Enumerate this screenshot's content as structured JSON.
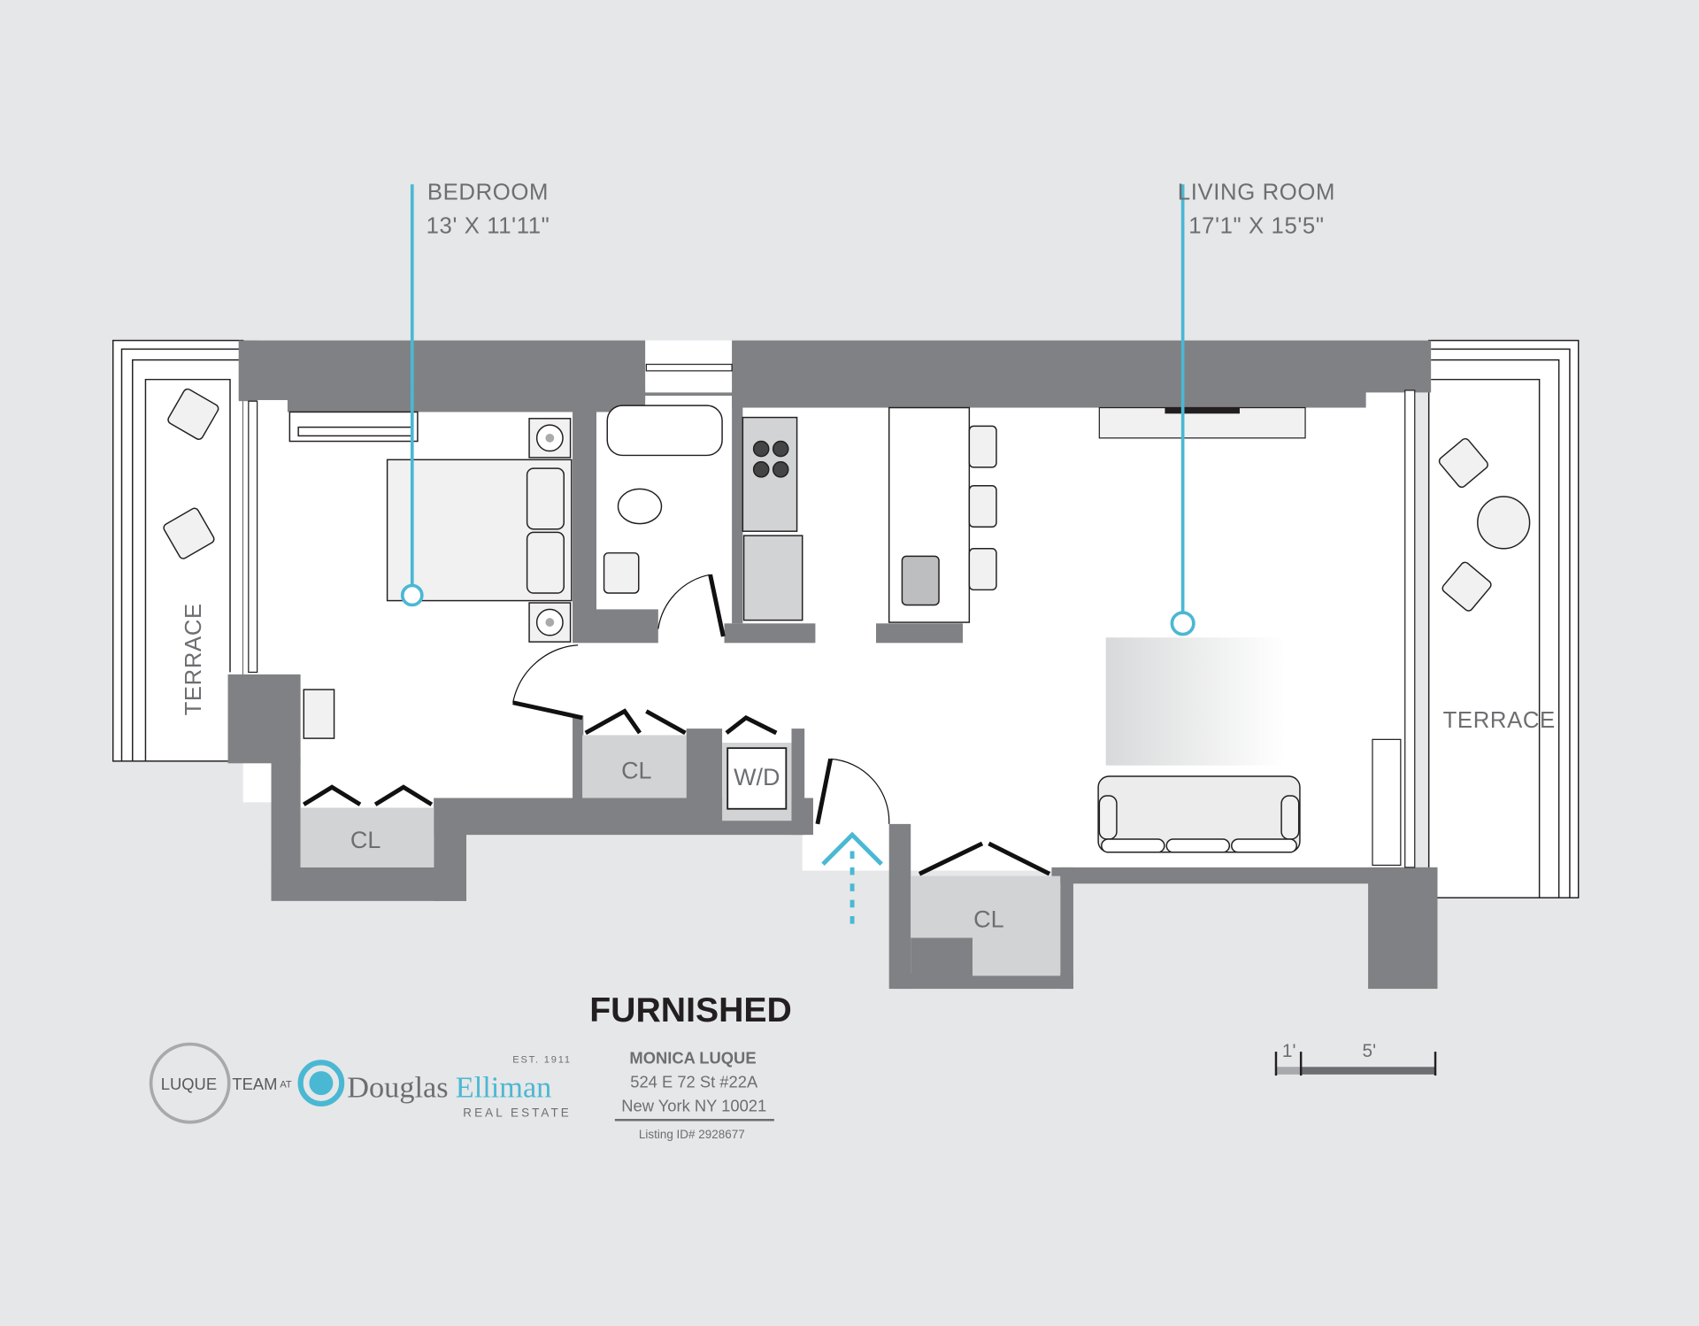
{
  "rooms": {
    "bedroom": {
      "name": "BEDROOM",
      "dims": "13' X 11'11\""
    },
    "living": {
      "name": "LIVING ROOM",
      "dims": "17'1\" X 15'5\""
    },
    "terrace_left": "TERRACE",
    "terrace_right": "TERRACE",
    "closet": "CL",
    "washer_dryer": "W/D"
  },
  "title": "FURNISHED",
  "agent": {
    "name": "MONICA LUQUE",
    "address_line1": "524 E 72 St #22A",
    "address_line2": "New York NY 10021",
    "listing_id": "Listing ID# 2928677"
  },
  "logo": {
    "team_name": "LUQUE",
    "team_word": "TEAM",
    "at": "AT",
    "brand_first": "Douglas",
    "brand_second": "Elliman",
    "est": "EST. 1911",
    "brand_sub": "REAL ESTATE"
  },
  "scale": {
    "small": "1'",
    "large": "5'"
  },
  "colors": {
    "accent": "#4ab8d3",
    "wall": "#808184",
    "closet": "#d1d3d4",
    "background": "#e6e7e8"
  }
}
